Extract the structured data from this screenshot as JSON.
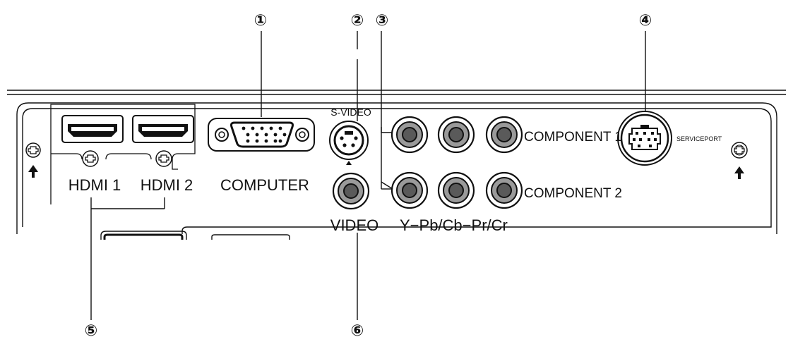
{
  "callouts": [
    "①",
    "②",
    "③",
    "④",
    "⑤",
    "⑥"
  ],
  "labels": {
    "hdmi1": "HDMI 1",
    "hdmi2": "HDMI 2",
    "computer": "COMPUTER",
    "svideo": "S-VIDEO",
    "video": "VIDEO",
    "component1": "COMPONENT 1",
    "component2": "COMPONENT 2",
    "ypbpr": "Y−Pb/Cb−Pr/Cr",
    "serviceport": "SERVICEPORT"
  },
  "colors": {
    "line": "#111111",
    "jack_fill": "#9a9a9a",
    "jack_center": "#5a5a5a"
  }
}
